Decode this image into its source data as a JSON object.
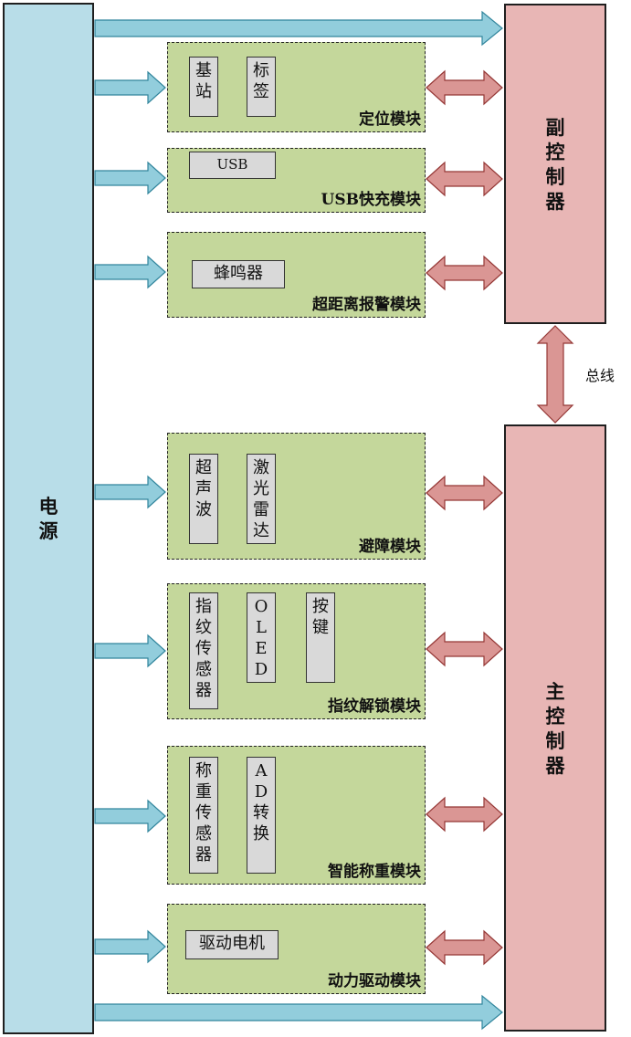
{
  "power": {
    "label": "电\n源"
  },
  "sub_controller": {
    "label": "副\n控\n制\n器"
  },
  "main_controller": {
    "label": "主\n控\n制\n器"
  },
  "bus": {
    "label": "总线"
  },
  "modules": {
    "positioning": {
      "title": "定位模块",
      "comp1": "基\n站",
      "comp2": "标\n签"
    },
    "usb_charge": {
      "title": "USB快充模块",
      "comp1": "USB"
    },
    "alarm": {
      "title": "超距离报警模块",
      "comp1": "蜂鸣器"
    },
    "obstacle": {
      "title": "避障模块",
      "comp1": "超\n声\n波",
      "comp2": "激\n光\n雷\n达"
    },
    "fingerprint": {
      "title": "指纹解锁模块",
      "comp1": "指\n纹\n传\n感\n器",
      "comp2": "O\nL\nE\nD",
      "comp3": "按\n键"
    },
    "weighing": {
      "title": "智能称重模块",
      "comp1": "称\n重\n传\n感\n器",
      "comp2": "A\nD\n转\n换"
    },
    "drive": {
      "title": "动力驱动模块",
      "comp1": "驱动电机"
    }
  },
  "colors": {
    "power_fill": "#b8dde8",
    "controller_fill": "#e8b6b5",
    "module_fill": "#c4d79b",
    "component_fill": "#d9d9d9",
    "power_arrow": "#92cddc",
    "bidirectional_arrow": "#da9694"
  }
}
